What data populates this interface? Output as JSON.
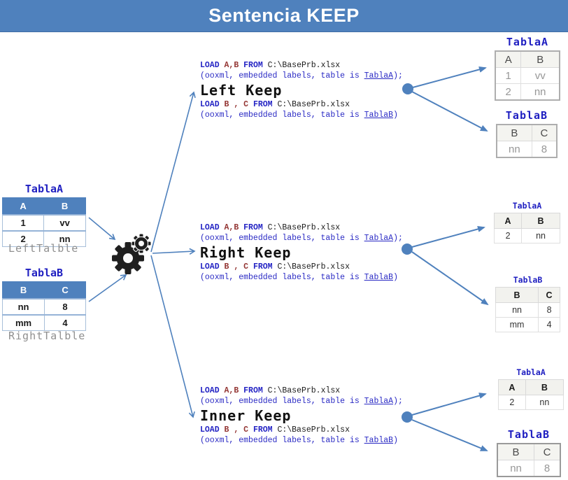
{
  "colors": {
    "accent": "#4f81bd",
    "code_blue": "#2424c4",
    "code_red": "#943634",
    "title_blue": "#1f1fc1",
    "muted_gray": "#8f8f8f"
  },
  "header": {
    "title": "Sentencia KEEP"
  },
  "icons": {
    "gears": "gears-icon",
    "dot": "connector-dot",
    "arrow": "arrow"
  },
  "source": {
    "tablaA": {
      "title": "TablaA",
      "caption": "LeftTalble",
      "columns": [
        "A",
        "B"
      ],
      "rows": [
        [
          "1",
          "vv"
        ],
        [
          "2",
          "nn"
        ]
      ]
    },
    "tablaB": {
      "title": "TablaB",
      "caption": "RightTalble",
      "columns": [
        "B",
        "C"
      ],
      "rows": [
        [
          "nn",
          "8"
        ],
        [
          "mm",
          "4"
        ]
      ]
    }
  },
  "sections": [
    {
      "title": "Left Keep",
      "load1": {
        "kw1": "LOAD",
        "fields": "A,B",
        "kw2": "FROM",
        "path": "C:\\BasePrb.xlsx"
      },
      "src1": {
        "pre": "(ooxml, embedded labels, table is ",
        "table": "TablaA",
        "post": ");"
      },
      "load2": {
        "kw1": "LOAD",
        "fields": "B , C",
        "kw2": "FROM",
        "path": "C:\\BasePrb.xlsx"
      },
      "src2": {
        "pre": "(ooxml, embedded labels, table is ",
        "table": "TablaB",
        "post": ")"
      }
    },
    {
      "title": "Right Keep",
      "load1": {
        "kw1": "LOAD",
        "fields": "A,B",
        "kw2": "FROM",
        "path": "C:\\BasePrb.xlsx"
      },
      "src1": {
        "pre": "(ooxml, embedded labels, table is ",
        "table": "TablaA",
        "post": ");"
      },
      "load2": {
        "kw1": "LOAD",
        "fields": "B , C",
        "kw2": "FROM",
        "path": "C:\\BasePrb.xlsx"
      },
      "src2": {
        "pre": "(ooxml, embedded labels, table is ",
        "table": "TablaB",
        "post": ")"
      }
    },
    {
      "title": "Inner Keep",
      "load1": {
        "kw1": "LOAD",
        "fields": "A,B",
        "kw2": "FROM",
        "path": "C:\\BasePrb.xlsx"
      },
      "src1": {
        "pre": "(ooxml, embedded labels, table is ",
        "table": "TablaA",
        "post": ");"
      },
      "load2": {
        "kw1": "LOAD",
        "fields": "B , C",
        "kw2": "FROM",
        "path": "C:\\BasePrb.xlsx"
      },
      "src2": {
        "pre": "(ooxml, embedded labels, table is ",
        "table": "TablaB",
        "post": ")"
      }
    }
  ],
  "results": {
    "left_keep": {
      "tablaA": {
        "title": "TablaA",
        "columns": [
          "A",
          "B"
        ],
        "rows": [
          [
            "1",
            "vv"
          ],
          [
            "2",
            "nn"
          ]
        ]
      },
      "tablaB": {
        "title": "TablaB",
        "columns": [
          "B",
          "C"
        ],
        "rows": [
          [
            "nn",
            "8"
          ]
        ]
      }
    },
    "right_keep": {
      "tablaA": {
        "title": "TablaA",
        "columns": [
          "A",
          "B"
        ],
        "rows": [
          [
            "2",
            "nn"
          ]
        ]
      },
      "tablaB": {
        "title": "TablaB",
        "columns": [
          "B",
          "C"
        ],
        "rows": [
          [
            "nn",
            "8"
          ],
          [
            "mm",
            "4"
          ]
        ]
      }
    },
    "inner_keep": {
      "tablaA": {
        "title": "TablaA",
        "columns": [
          "A",
          "B"
        ],
        "rows": [
          [
            "2",
            "nn"
          ]
        ]
      },
      "tablaB": {
        "title": "TablaB",
        "columns": [
          "B",
          "C"
        ],
        "rows": [
          [
            "nn",
            "8"
          ]
        ]
      }
    }
  }
}
